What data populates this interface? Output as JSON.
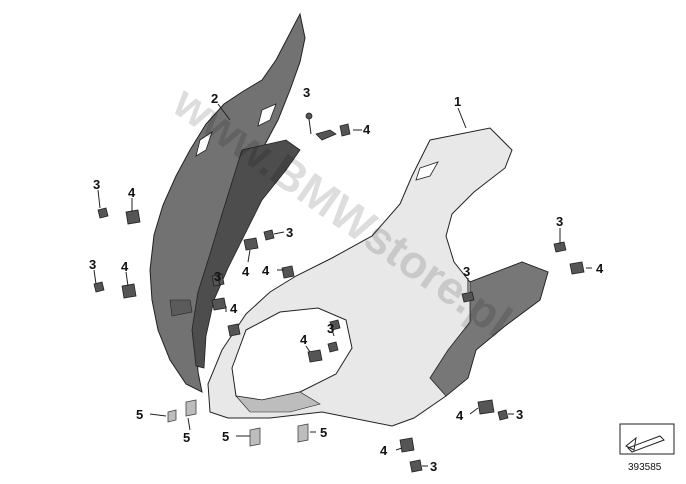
{
  "diagram": {
    "part_labels": {
      "fairing_right": "1",
      "fairing_left": "2",
      "screw": "3",
      "nut": "4",
      "rivet": "5"
    },
    "watermark": "www.BMWstore.pl",
    "reference_number": "393585",
    "colors": {
      "dark_panel": "#6f6f6f",
      "dark_panel_shade": "#4a4a4a",
      "light_panel": "#e6e6e6",
      "light_panel_shade": "#bfbfbf",
      "outline": "#222222"
    },
    "icons": {
      "reference_box": "arrow-box-icon"
    }
  }
}
